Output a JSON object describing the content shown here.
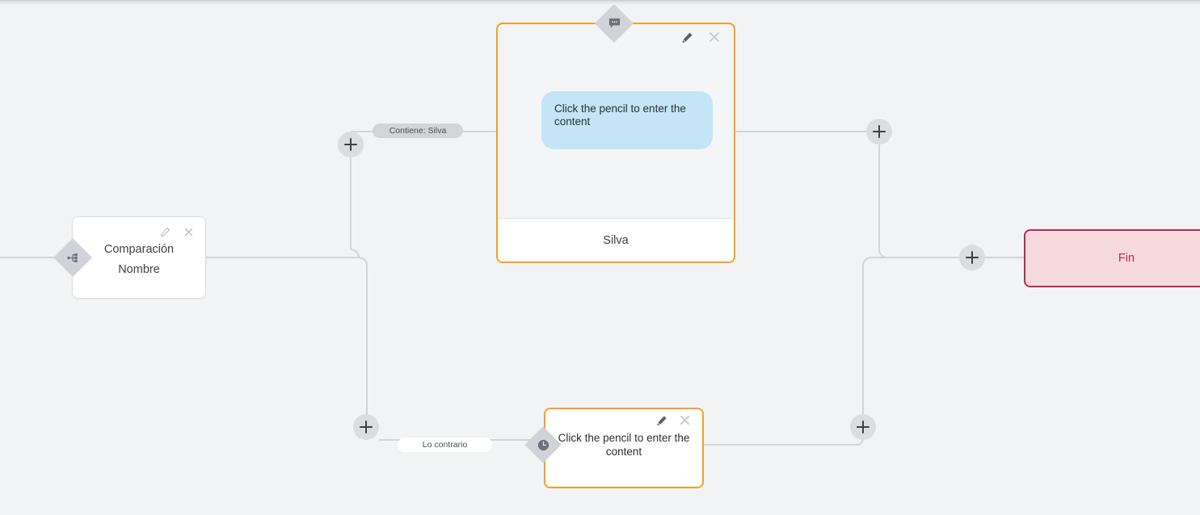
{
  "canvas": {
    "background": "#f2f3f5",
    "edge_color": "#d3d4d8"
  },
  "nodes": {
    "comparison": {
      "title": "Comparación",
      "subtitle": "Nombre",
      "badge_icon": "branch-split-icon",
      "edit_icon": "pencil-icon",
      "close_icon": "close-icon",
      "border_color": "#dcdde1",
      "background": "#ffffff"
    },
    "message_primary": {
      "badge_icon": "chat-bubble-icon",
      "edit_icon": "pencil-icon",
      "close_icon": "close-icon",
      "bubble_text": "Click the pencil to enter the content",
      "bubble_color": "#c3e5f6",
      "footer_label": "Silva",
      "border_color": "#f5a125"
    },
    "message_secondary": {
      "badge_icon": "clock-icon",
      "edit_icon": "pencil-icon",
      "close_icon": "close-icon",
      "body_text": "Click the pencil to enter the content",
      "border_color": "#f5a125"
    },
    "end": {
      "label": "Fin",
      "background": "#f6dade",
      "border_color": "#bc2a4a",
      "text_color": "#bc2a4a"
    }
  },
  "edge_labels": [
    {
      "id": "contiene",
      "text": "Contiene: Silva",
      "style": "gray"
    },
    {
      "id": "lo-contrario",
      "text": "Lo contrario",
      "style": "white"
    }
  ],
  "add_buttons": [
    {
      "id": "add-branch-true",
      "tooltip": "+"
    },
    {
      "id": "add-branch-false",
      "tooltip": "+"
    },
    {
      "id": "add-after-primary",
      "tooltip": "+"
    },
    {
      "id": "add-after-secondary",
      "tooltip": "+"
    },
    {
      "id": "add-before-end",
      "tooltip": "+"
    }
  ]
}
